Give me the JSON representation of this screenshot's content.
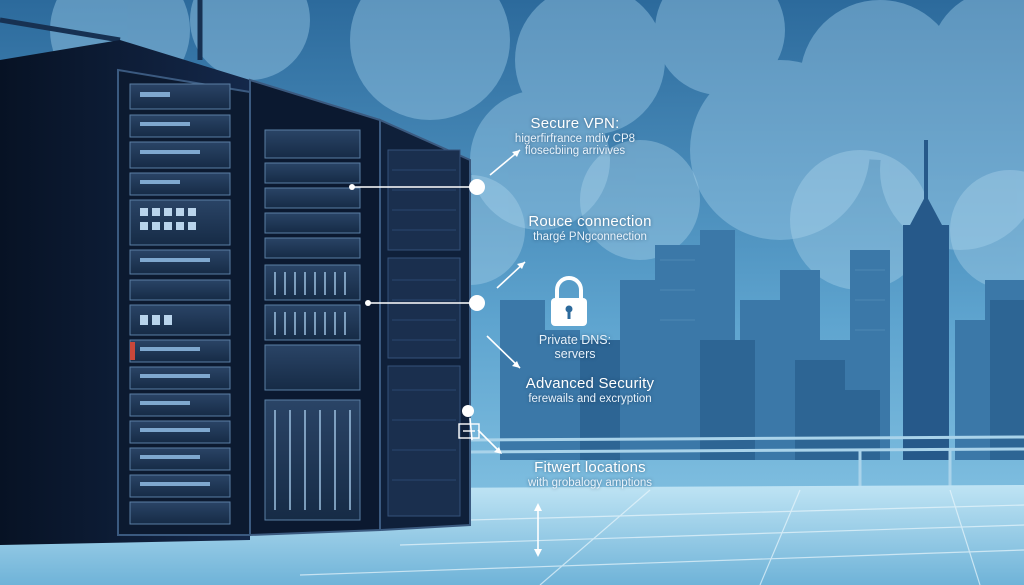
{
  "features": [
    {
      "title": "Secure VPN:",
      "subtitle_lines": [
        "higerfirfrance mdiv CP8",
        "flosecbiing arrivives"
      ]
    },
    {
      "title": "Rouce connection",
      "subtitle_lines": [
        "thargé PNgconnection"
      ]
    },
    {
      "title": "Private DNS:",
      "subtitle_lines": [
        "servers"
      ]
    },
    {
      "title": "Advanced Security",
      "subtitle_lines": [
        "ferewails and excryption"
      ]
    },
    {
      "title": "Fitwert locations",
      "subtitle_lines": [
        "with grobalogy amptions"
      ]
    }
  ],
  "icons": [
    "server-rack-icon",
    "padlock-icon",
    "city-skyline-icon"
  ],
  "colors": {
    "sky_top": "#2c6a9c",
    "sky_bottom": "#8fcbe8",
    "rack": "#0e1d33",
    "accent": "#ffffff"
  }
}
